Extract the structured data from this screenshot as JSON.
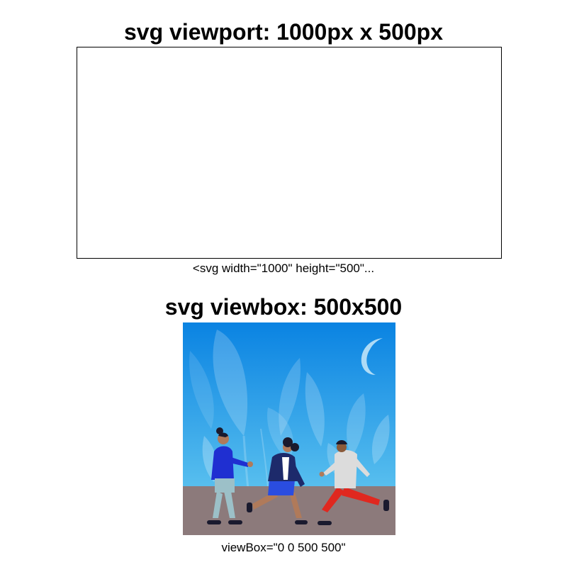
{
  "viewport": {
    "title": "svg viewport: 1000px x 500px",
    "caption": "<svg width=\"1000\" height=\"500\"..."
  },
  "viewbox": {
    "title": "svg viewbox: 500x500",
    "caption": "viewBox=\"0 0 500 500\""
  },
  "colors": {
    "sky_top": "#0a83e2",
    "sky_bottom": "#6ed0f2",
    "ground": "#8c7a7b",
    "blue_top": "#1f2fd1",
    "red_pants": "#e0281f",
    "navy_jacket": "#1d2a6b"
  }
}
